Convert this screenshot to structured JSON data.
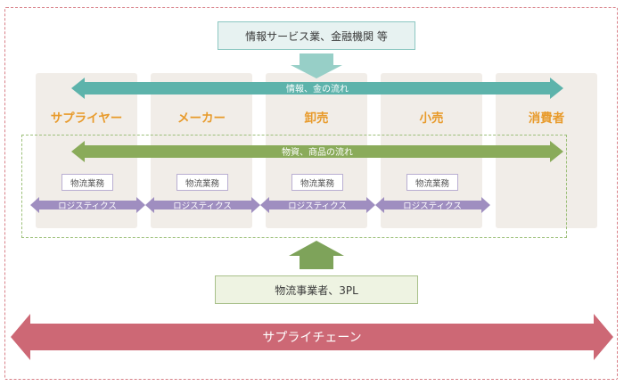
{
  "info_box_label": "情報サービス業、金融機関 等",
  "logistics_provider_label": "物流事業者、3PL",
  "info_flow_label": "情報、金の流れ",
  "goods_flow_label": "物資、商品の流れ",
  "supply_chain_label": "サプライチェーン",
  "actors": [
    "サプライヤー",
    "メーカー",
    "卸売",
    "小売",
    "消費者"
  ],
  "logistics_work_label": "物流業務",
  "logistics_arrow_label": "ロジスティクス",
  "colors": {
    "info_arrow": "#5db3ab",
    "goods_arrow": "#8aab5a",
    "supply_chain_arrow": "#cd6875",
    "logistics_arrow": "#9f8ec0",
    "actor_text": "#e89a2a",
    "down_arrow": "#97cfc7",
    "up_arrow": "#7ea35a"
  }
}
